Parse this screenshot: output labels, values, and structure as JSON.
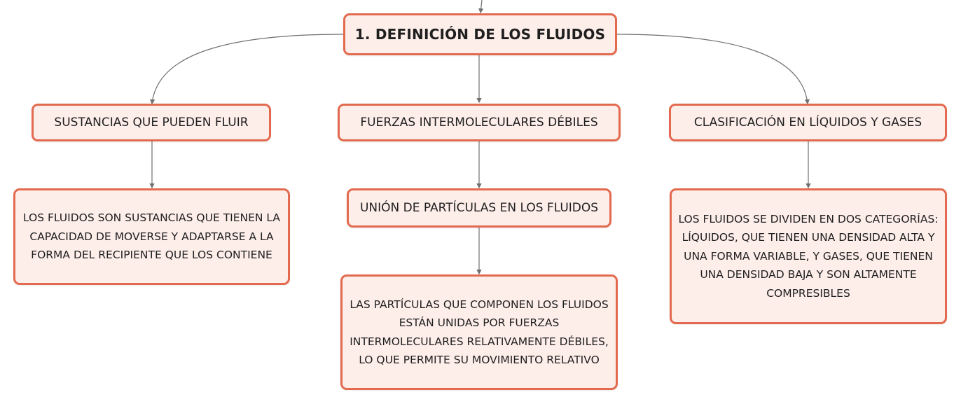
{
  "root": {
    "label": "1. DEFINICIÓN DE LOS FLUIDOS"
  },
  "branches": [
    {
      "label": "SUSTANCIAS QUE PUEDEN FLUIR",
      "children": [
        "LOS FLUIDOS SON SUSTANCIAS QUE TIENEN LA CAPACIDAD DE MOVERSE Y ADAPTARSE A LA FORMA DEL RECIPIENTE QUE LOS CONTIENE"
      ]
    },
    {
      "label": "FUERZAS INTERMOLECULARES DÉBILES",
      "children": [
        "UNIÓN DE PARTÍCULAS EN LOS FLUIDOS",
        "LAS PARTÍCULAS QUE COMPONEN LOS FLUIDOS ESTÁN UNIDAS POR FUERZAS INTERMOLECULARES RELATIVAMENTE DÉBILES, LO QUE PERMITE SU MOVIMIENTO RELATIVO"
      ]
    },
    {
      "label": "CLASIFICACIÓN EN LÍQUIDOS Y GASES",
      "children": [
        "LOS FLUIDOS SE DIVIDEN EN DOS CATEGORÍAS: LÍQUIDOS, QUE TIENEN UNA DENSIDAD ALTA Y UNA FORMA VARIABLE, Y GASES, QUE TIENEN UNA DENSIDAD BAJA Y SON ALTAMENTE COMPRESIBLES"
      ]
    }
  ],
  "colors": {
    "border": "#e36a4f",
    "fill": "#fdeeea",
    "connector": "#6f6f6f"
  }
}
